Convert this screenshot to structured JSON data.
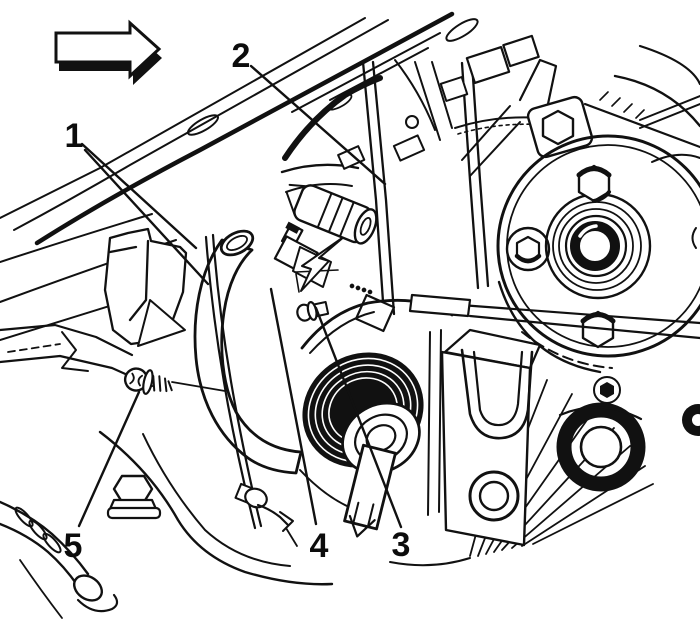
{
  "figure": {
    "kind": "engine-compartment-technical-illustration",
    "background_color": "#ffffff",
    "line_color": "#111111",
    "direction_arrow": {
      "name": "direction-arrow-right",
      "points": "right"
    },
    "callouts": [
      {
        "label": "1"
      },
      {
        "label": "2"
      },
      {
        "label": "3"
      },
      {
        "label": "4"
      },
      {
        "label": "5"
      }
    ]
  }
}
